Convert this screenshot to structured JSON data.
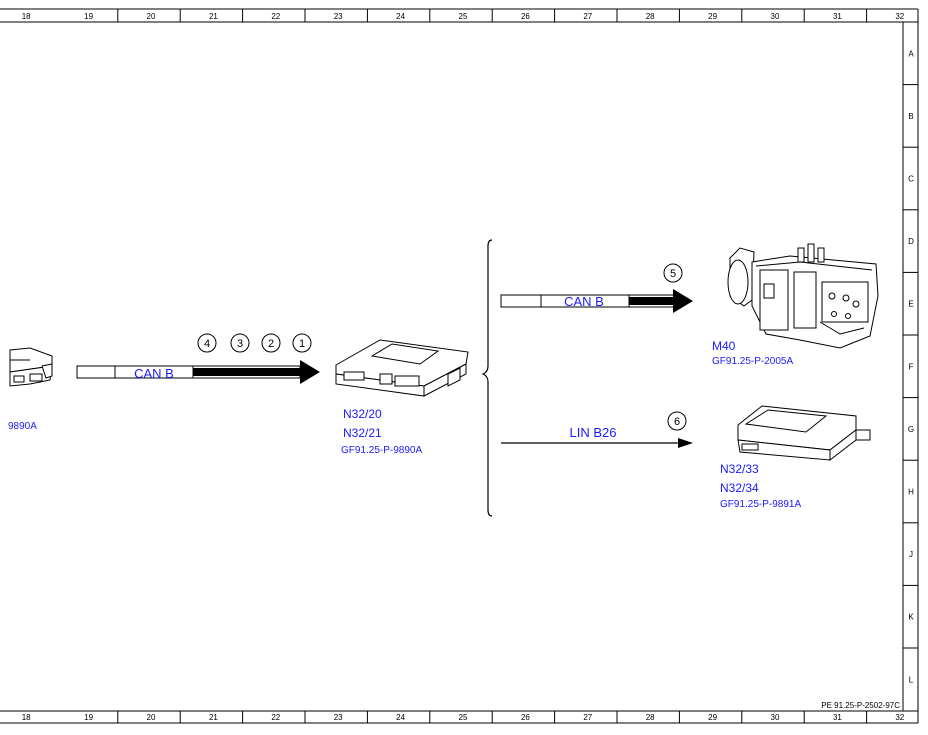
{
  "border": {
    "columns": [
      "18",
      "19",
      "20",
      "21",
      "22",
      "23",
      "24",
      "25",
      "26",
      "27",
      "28",
      "29",
      "30",
      "31",
      "32"
    ],
    "rows": [
      "A",
      "B",
      "C",
      "D",
      "E",
      "F",
      "G",
      "H",
      "J",
      "K",
      "L"
    ]
  },
  "footer_ref": "PE 91.25-P-2502-97C",
  "left_part_ref": "9890A",
  "bus_left": {
    "label": "CAN B",
    "markers": [
      "4",
      "3",
      "2",
      "1"
    ]
  },
  "center_module": {
    "name1": "N32/20",
    "name2": "N32/21",
    "ref": "GF91.25-P-9890A"
  },
  "bus_top": {
    "label": "CAN B",
    "marker": "5"
  },
  "bus_bottom": {
    "label": "LIN B26",
    "marker": "6"
  },
  "module_m40": {
    "name": "M40",
    "ref": "GF91.25-P-2005A"
  },
  "module_right": {
    "name1": "N32/33",
    "name2": "N32/34",
    "ref": "GF91.25-P-9891A"
  }
}
